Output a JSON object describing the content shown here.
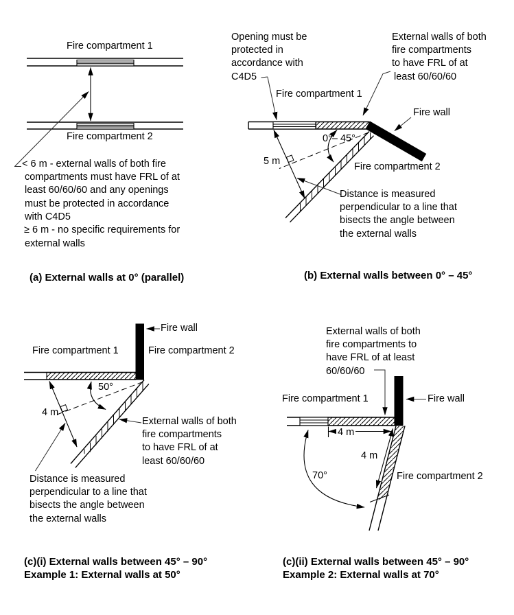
{
  "figure": {
    "description": "Fire compartment external wall angle requirements diagram"
  },
  "colors": {
    "ink": "#000000",
    "background": "#ffffff"
  },
  "panels": {
    "a": {
      "caption": "(a) External walls at 0° (parallel)",
      "compartment1": "Fire compartment 1",
      "compartment2": "Fire compartment 2",
      "note": [
        "< 6 m - external walls of both fire",
        "compartments must have FRL of at",
        "least 60/60/60 and any openings",
        "must be protected in accordance",
        "with C4D5",
        "≥ 6 m - no specific requirements for",
        "external walls"
      ]
    },
    "b": {
      "caption": "(b) External walls between 0° – 45°",
      "opening_note": [
        "Opening must be",
        "protected in",
        "accordance with",
        "C4D5"
      ],
      "frl_note": [
        "External walls of both",
        "fire compartments",
        "to have FRL of at",
        "least 60/60/60"
      ],
      "compartment1": "Fire compartment 1",
      "compartment2": "Fire compartment 2",
      "fire_wall": "Fire wall",
      "angle_label": "0°– 45°",
      "distance_label": "5 m",
      "distance_note": [
        "Distance is measured",
        "perpendicular to a line that",
        "bisects the angle between",
        "the external walls"
      ]
    },
    "ci": {
      "caption1": "(c)(i) External walls between 45° – 90°",
      "caption2": "Example 1: External walls at 50°",
      "fire_wall": "Fire wall",
      "compartment1": "Fire compartment 1",
      "compartment2": "Fire compartment 2",
      "angle_label": "50°",
      "distance_label": "4 m",
      "frl_note": [
        "External walls of both",
        "fire compartments",
        "to have FRL of at",
        "least 60/60/60"
      ],
      "distance_note": [
        "Distance is measured",
        "perpendicular to a line that",
        "bisects the angle between",
        "the external walls"
      ]
    },
    "cii": {
      "caption1": "(c)(ii) External walls between 45° – 90°",
      "caption2": "Example 2: External walls at 70°",
      "frl_note": [
        "External walls of both",
        "fire compartments to",
        "have FRL of at least",
        "60/60/60"
      ],
      "fire_wall": "Fire wall",
      "compartment1": "Fire compartment 1",
      "compartment2": "Fire compartment 2",
      "angle_label": "70°",
      "dim_horizontal": "4 m",
      "dim_wall": "4 m"
    }
  }
}
